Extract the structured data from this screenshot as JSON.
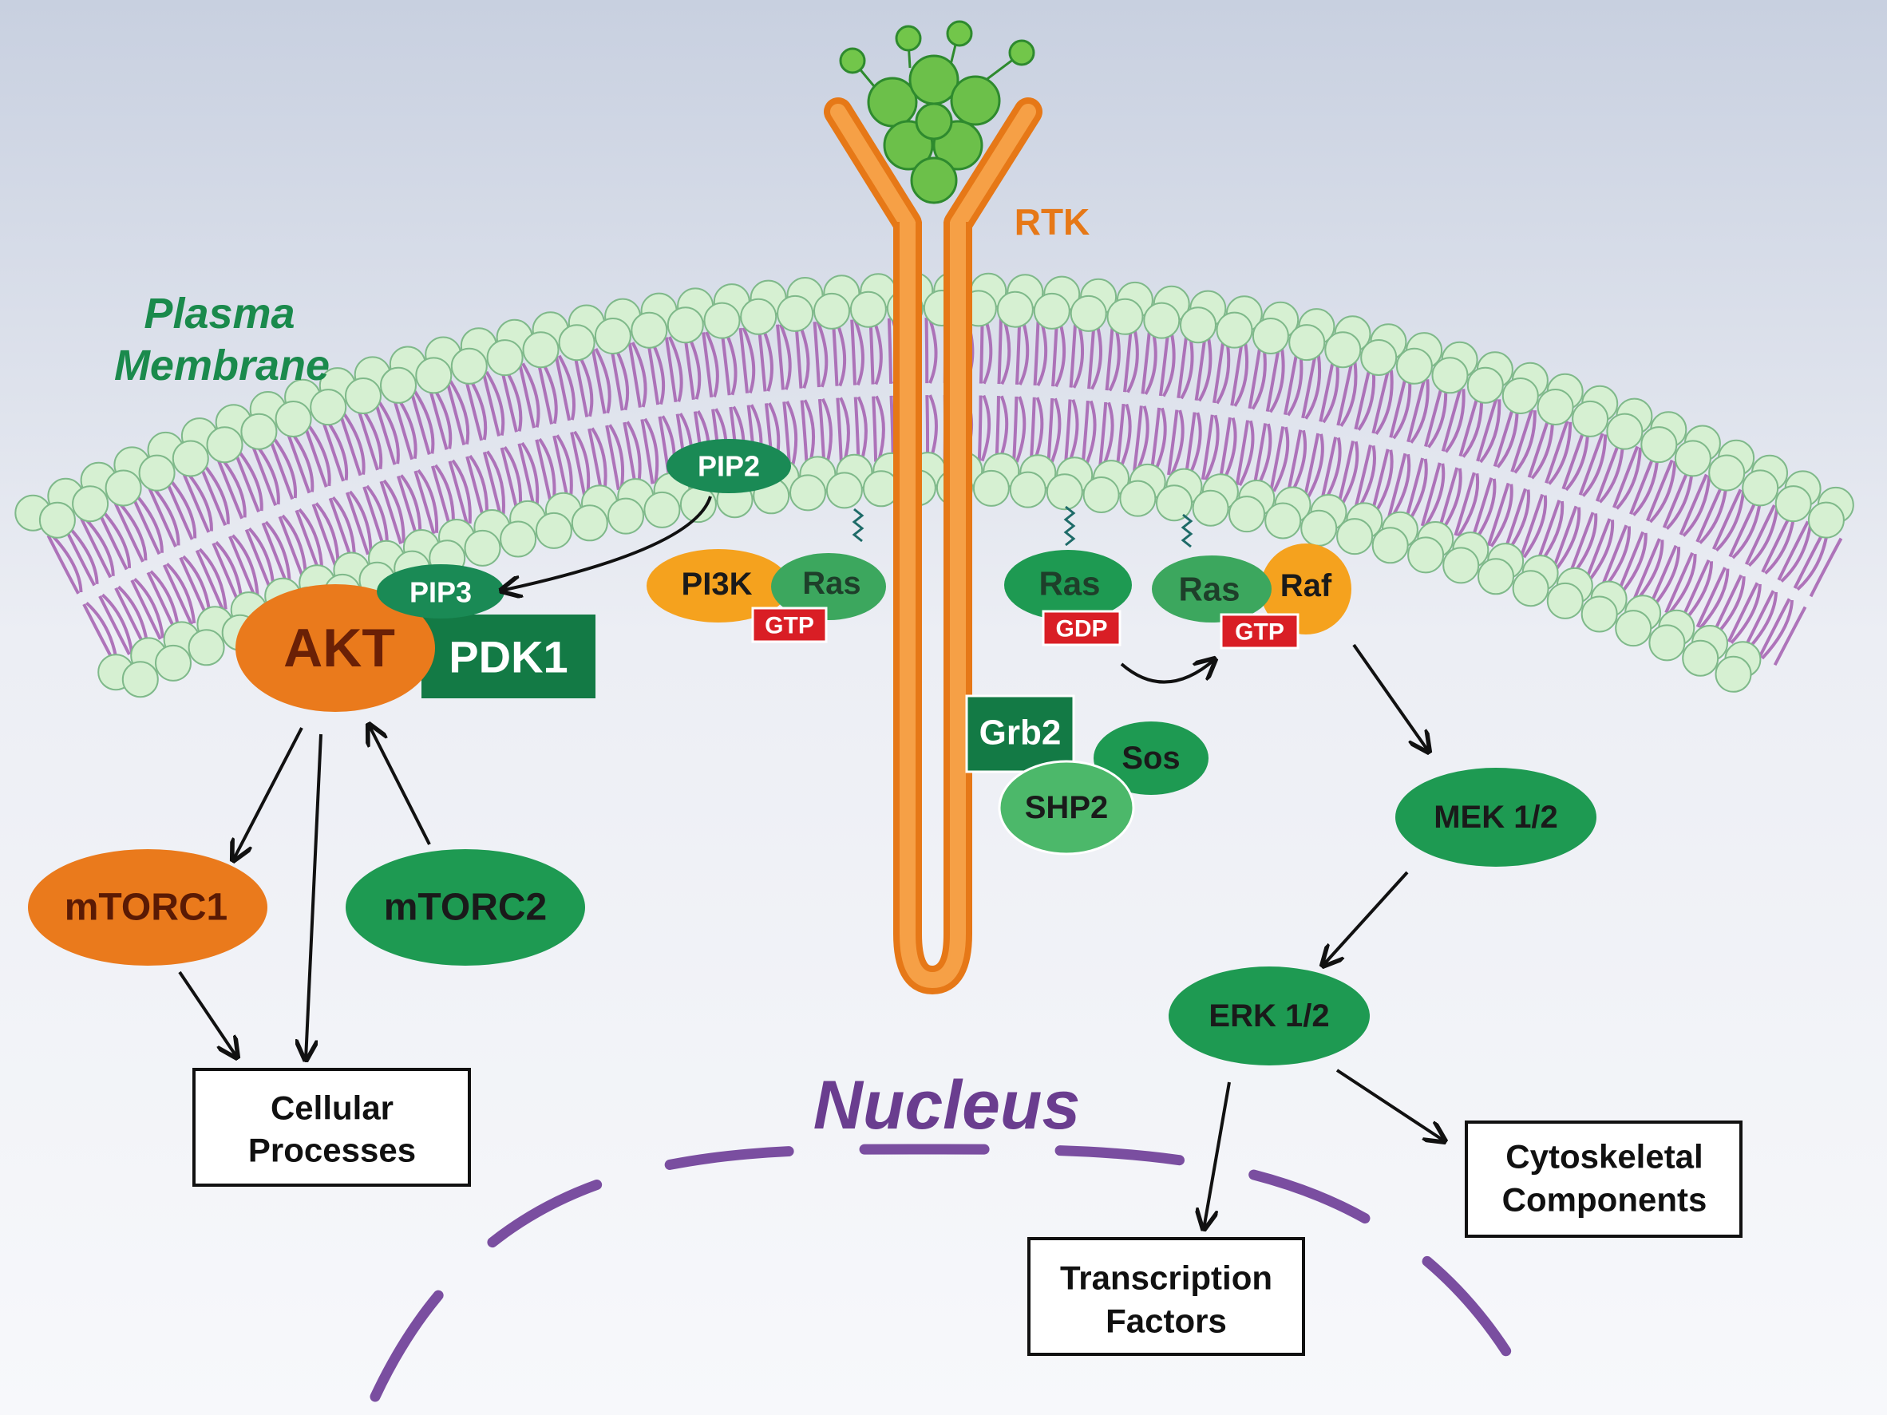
{
  "labels": {
    "plasma_membrane_line1": "Plasma",
    "plasma_membrane_line2": "Membrane",
    "rtk": "RTK",
    "nucleus": "Nucleus",
    "pip2": "PIP2",
    "pip3": "PIP3",
    "akt": "AKT",
    "pdk1": "PDK1",
    "pi3k": "PI3K",
    "ras_pi3k": "Ras",
    "gtp_pi3k": "GTP",
    "ras_gdp": "Ras",
    "gdp": "GDP",
    "ras_raf": "Ras",
    "raf": "Raf",
    "gtp_raf": "GTP",
    "grb2": "Grb2",
    "sos": "Sos",
    "shp2": "SHP2",
    "mek": "MEK 1/2",
    "erk": "ERK 1/2",
    "mtorc1": "mTORC1",
    "mtorc2": "mTORC2",
    "cellular_line1": "Cellular",
    "cellular_line2": "Processes",
    "cyto_line1": "Cytoskeletal",
    "cyto_line2": "Components",
    "tf_line1": "Transcription",
    "tf_line2": "Factors"
  },
  "colors": {
    "orange": "#f08a1e",
    "green": "#1f9a55",
    "dark_green": "#137a45",
    "light_green": "#4cb86a",
    "red": "#d91e25",
    "purple": "#7a4ea0",
    "lipid_tail": "#a45fb0",
    "lipid_head": "#d6f0d2",
    "lipid_head_stroke": "#7fb98a",
    "membrane_label": "#1a8a4c",
    "rtk_label": "#e67817"
  }
}
